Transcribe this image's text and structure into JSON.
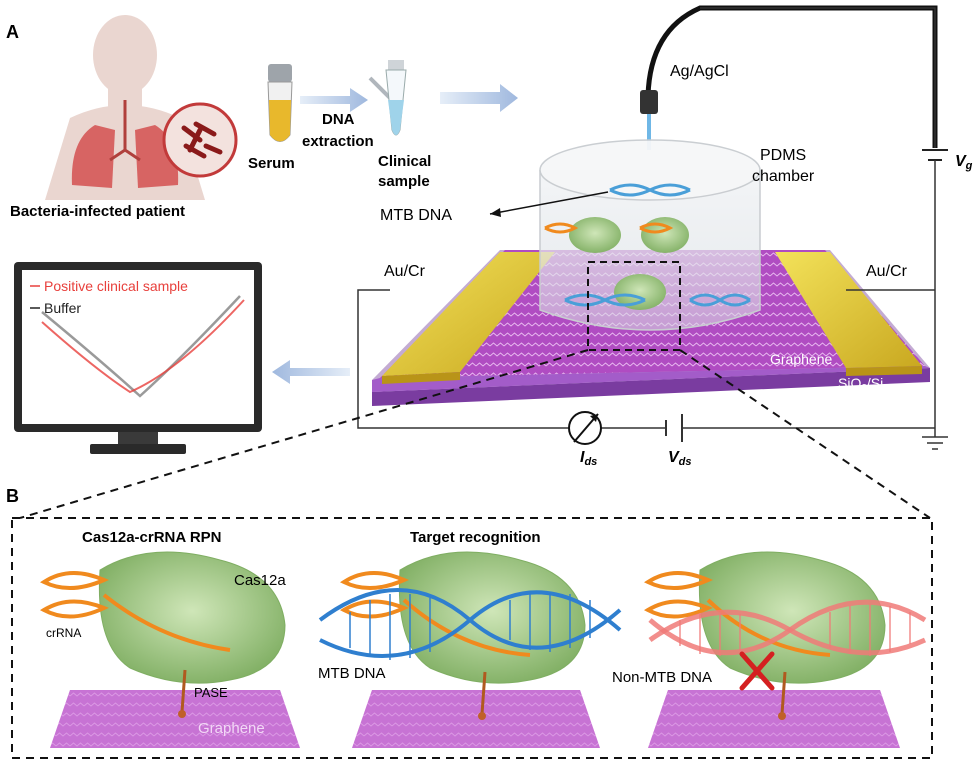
{
  "panel_a": {
    "label": "A",
    "patient_label": "Bacteria-infected patient",
    "serum_label": "Serum",
    "dna_label": "DNA",
    "extraction_label": "extraction",
    "clinical_label": "Clinical",
    "sample_label": "sample",
    "electrode_label": "Ag/AgCl",
    "pdms_label": "PDMS",
    "chamber_label": "chamber",
    "mtb_dna_label": "MTB DNA",
    "au_cr_left": "Au/Cr",
    "au_cr_right": "Au/Cr",
    "graphene_label": "Graphene",
    "substrate_label": "SiO",
    "substrate_sub": "2",
    "substrate_rest": "/Si",
    "vg_main": "V",
    "vg_sub": "g",
    "ids_main": "I",
    "ids_sub": "ds",
    "vds_main": "V",
    "vds_sub": "ds",
    "legend_positive": "Positive clinical sample",
    "legend_buffer": "Buffer",
    "legend_positive_color": "#e8403c",
    "legend_buffer_color": "#222222"
  },
  "panel_b": {
    "label": "B",
    "title_left": "Cas12a-crRNA RPN",
    "title_mid": "Target recognition",
    "cas12a_label": "Cas12a",
    "crrna_label": "crRNA",
    "pase_label": "PASE",
    "graphene_label": "Graphene",
    "mtb_dna_label": "MTB DNA",
    "non_mtb_label": "Non-MTB DNA"
  },
  "colors": {
    "graphene": "#c060cc",
    "gold": "#e6cf2e",
    "protein": "#8fbf70",
    "crrna": "#f08a1e",
    "mtb_dna": "#2f7fcf",
    "non_mtb_dna": "#f07a78",
    "arrow": "#a9c0e0",
    "cross": "#d42020"
  }
}
